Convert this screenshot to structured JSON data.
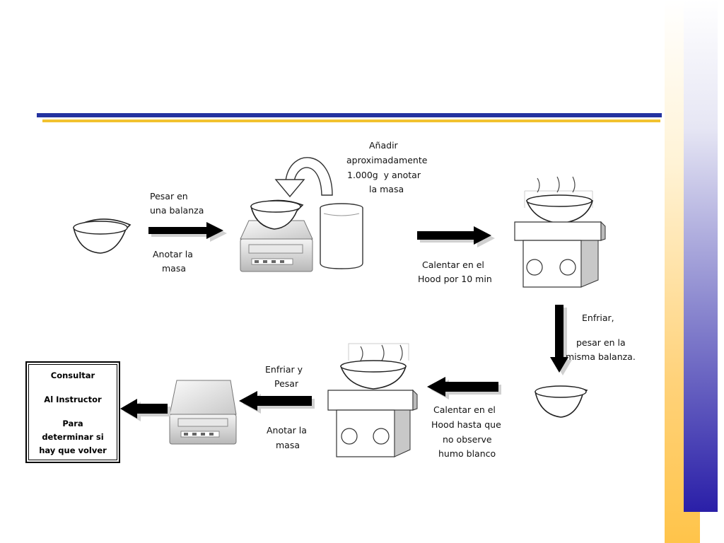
{
  "labels": {
    "pesar_en": "Pesar en",
    "una_balanza": "una balanza",
    "anotar_la": "Anotar la",
    "masa_1": "masa",
    "anadir": "Añadir",
    "aproximadamente": "aproximadamente",
    "cantidad": "1.000g  y anotar",
    "la_masa": "la masa",
    "calentar_en_el_1": "Calentar en el",
    "hood_10_min": "Hood por 10 min",
    "enfriar": "Enfriar,",
    "pesar_en_la": "pesar en la",
    "misma_balanza": "misma balanza.",
    "calentar_en_el_2": "Calentar en el",
    "hood_hasta_que": "Hood hasta que",
    "no_observe": "no observe",
    "humo_blanco": "humo blanco",
    "enfriar_y": "Enfriar y",
    "pesar": "Pesar",
    "anotar_la_2": "Anotar la",
    "masa_2": "masa"
  },
  "consult_box": {
    "line1": "Consultar",
    "line2": "Al Instructor",
    "line3": "Para",
    "line4": "determinar si",
    "line5": "hay que volver"
  },
  "colors": {
    "rule_blue": "#2433a0",
    "rule_gold": "#f2c230",
    "arrow": "#000000"
  }
}
